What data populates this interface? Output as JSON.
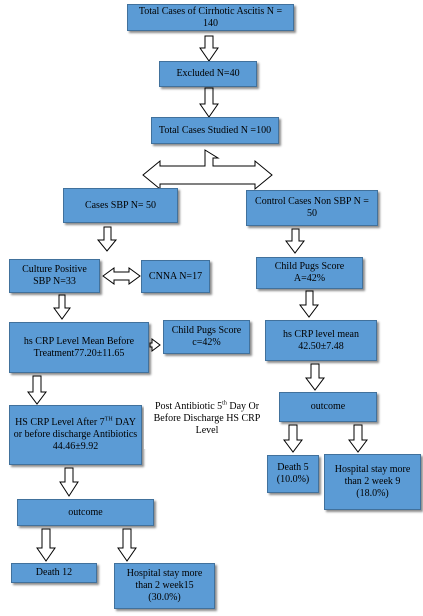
{
  "nodes": {
    "total_cases": "Total Cases of Cirrhotic Ascitis N = 140",
    "excluded": "Excluded  N=40",
    "studied": "Total Cases Studied N =100",
    "cases_sbp": "Cases SBP N= 50",
    "control_cases": "Control Cases Non SBP N = 50",
    "culture_positive": "Culture Positive SBP N=33",
    "cnna": "CNNA N=17",
    "child_pugs_control": "Child Pugs Score A=42%",
    "hs_crp_before": "hs CRP Level Mean Before Treatment77.20±11.65",
    "child_pugs_sbp": "Child Pugs Score c=42%",
    "hs_crp_control": "hs CRP level mean 42.50±7.48",
    "hs_crp_after_a": "HS CRP Level After 7",
    "hs_crp_after_sup": "TH",
    "hs_crp_after_b": " DAY or before discharge Antibiotics 44.46±9.92",
    "post_antibiotic_a": "Post Antibiotic  5",
    "post_antibiotic_sup": "th",
    "post_antibiotic_b": " Day Or Before Discharge HS CRP Level",
    "outcome_control": "outcome",
    "death_control": "Death 5 (10.0%)",
    "hospital_control": "Hospital stay more than 2 week 9 (18.0%)",
    "outcome_sbp": "outcome",
    "death_sbp": "Death 12",
    "hospital_sbp": "Hospital stay more than 2 week15 (30.0%)"
  },
  "colors": {
    "box_fill": "#5b9bd5",
    "box_border": "#41719c",
    "arrow_stroke": "#000000",
    "arrow_fill": "#ffffff"
  }
}
